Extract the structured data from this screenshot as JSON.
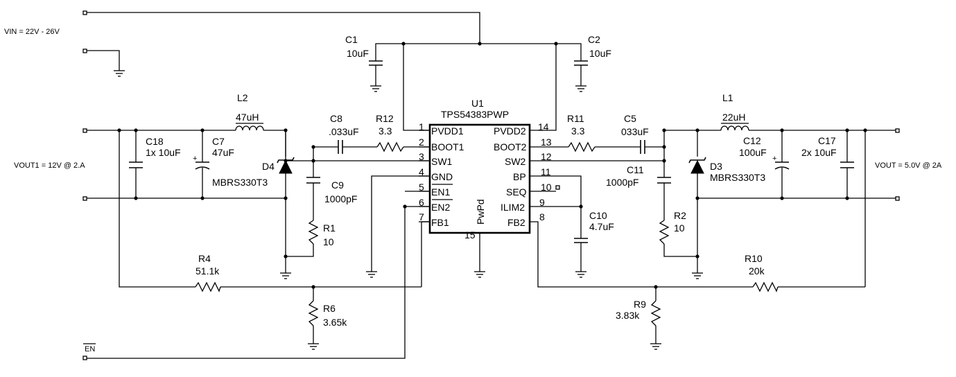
{
  "labels": {
    "vin": "VIN = 22V - 26V",
    "vout1": "VOUT1 = 12V @ 2.A",
    "vout2": "VOUT = 5.0V @ 2A",
    "en": "EN"
  },
  "ic": {
    "ref": "U1",
    "part": "TPS54383PWP",
    "pad_label": "PwPd",
    "pad_pin": "15",
    "left_pins": [
      {
        "num": "1",
        "name": "PVDD1"
      },
      {
        "num": "2",
        "name": "BOOT1"
      },
      {
        "num": "3",
        "name": "SW1"
      },
      {
        "num": "4",
        "name": "GND"
      },
      {
        "num": "5",
        "name": "EN1"
      },
      {
        "num": "6",
        "name": "EN2"
      },
      {
        "num": "7",
        "name": "FB1"
      }
    ],
    "right_pins": [
      {
        "num": "14",
        "name": "PVDD2"
      },
      {
        "num": "13",
        "name": "BOOT2"
      },
      {
        "num": "12",
        "name": "SW2"
      },
      {
        "num": "11",
        "name": "BP"
      },
      {
        "num": "10",
        "name": "SEQ"
      },
      {
        "num": "9",
        "name": "ILIM2"
      },
      {
        "num": "8",
        "name": "FB2"
      }
    ]
  },
  "components": {
    "C1": {
      "ref": "C1",
      "value": "10uF"
    },
    "C2": {
      "ref": "C2",
      "value": "10uF"
    },
    "L2": {
      "ref": "L2",
      "value": "47uH"
    },
    "L1": {
      "ref": "L1",
      "value": "22uH"
    },
    "C18": {
      "ref": "C18",
      "value": "1x 10uF"
    },
    "C7": {
      "ref": "C7",
      "value": "47uF"
    },
    "D4": {
      "ref": "D4",
      "value": "MBRS330T3"
    },
    "C8": {
      "ref": "C8",
      "value": ".033uF"
    },
    "R12": {
      "ref": "R12",
      "value": "3.3"
    },
    "C9": {
      "ref": "C9",
      "value": "1000pF"
    },
    "R1": {
      "ref": "R1",
      "value": "10"
    },
    "R4": {
      "ref": "R4",
      "value": "51.1k"
    },
    "R6": {
      "ref": "R6",
      "value": "3.65k"
    },
    "R11": {
      "ref": "R11",
      "value": "3.3"
    },
    "C5": {
      "ref": "C5",
      "value": "033uF"
    },
    "C11": {
      "ref": "C11",
      "value": "1000pF"
    },
    "R2": {
      "ref": "R2",
      "value": "10"
    },
    "D3": {
      "ref": "D3",
      "value": "MBRS330T3"
    },
    "C12": {
      "ref": "C12",
      "value": "100uF"
    },
    "C17": {
      "ref": "C17",
      "value": "2x 10uF"
    },
    "C10": {
      "ref": "C10",
      "value": "4.7uF"
    },
    "R10": {
      "ref": "R10",
      "value": "20k"
    },
    "R9": {
      "ref": "R9",
      "value": "3.83k"
    }
  }
}
